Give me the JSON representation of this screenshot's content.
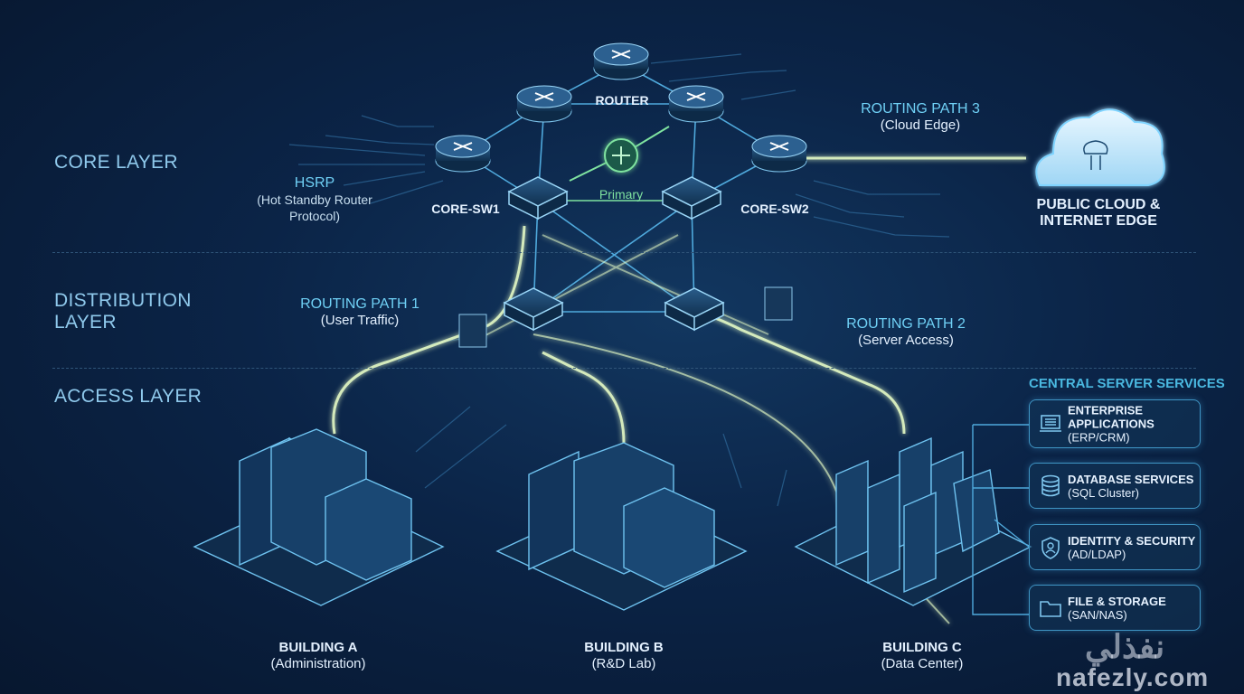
{
  "layers": {
    "core": "CORE LAYER",
    "distribution_1": "DISTRIBUTION",
    "distribution_2": "LAYER",
    "access": "ACCESS LAYER"
  },
  "nodes": {
    "router": "ROUTER",
    "core_sw1": "CORE-SW1",
    "core_sw2": "CORE-SW2",
    "primary": "Primary"
  },
  "hsrp": {
    "title": "HSRP",
    "line1": "(Hot Standby Router",
    "line2": "Protocol)"
  },
  "paths": [
    {
      "title": "ROUTING PATH 1",
      "sub": "(User Traffic)"
    },
    {
      "title": "ROUTING PATH 2",
      "sub": "(Server Access)"
    },
    {
      "title": "ROUTING PATH 3",
      "sub": "(Cloud Edge)"
    }
  ],
  "cloud": {
    "line1": "PUBLIC CLOUD &",
    "line2": "INTERNET EDGE"
  },
  "buildings": [
    {
      "name": "BUILDING A",
      "sub": "(Administration)"
    },
    {
      "name": "BUILDING B",
      "sub": "(R&D Lab)"
    },
    {
      "name": "BUILDING C",
      "sub": "(Data Center)"
    }
  ],
  "services": {
    "title": "CENTRAL SERVER SERVICES",
    "items": [
      {
        "title1": "ENTERPRISE",
        "title2": "APPLICATIONS",
        "sub": "(ERP/CRM)",
        "icon": "laptop-icon"
      },
      {
        "title1": "DATABASE SERVICES",
        "title2": "",
        "sub": "(SQL Cluster)",
        "icon": "database-icon"
      },
      {
        "title1": "IDENTITY & SECURITY",
        "title2": "",
        "sub": "(AD/LDAP)",
        "icon": "shield-user-icon"
      },
      {
        "title1": "FILE & STORAGE",
        "title2": "",
        "sub": "(SAN/NAS)",
        "icon": "folder-icon"
      }
    ]
  },
  "watermark": {
    "arabic": "نفذلي",
    "latin": "nafezly.com"
  },
  "colors": {
    "background": "#0b2447",
    "accent": "#6fd0f5",
    "glow": "#eaffc8",
    "green": "#7fe3a0"
  }
}
